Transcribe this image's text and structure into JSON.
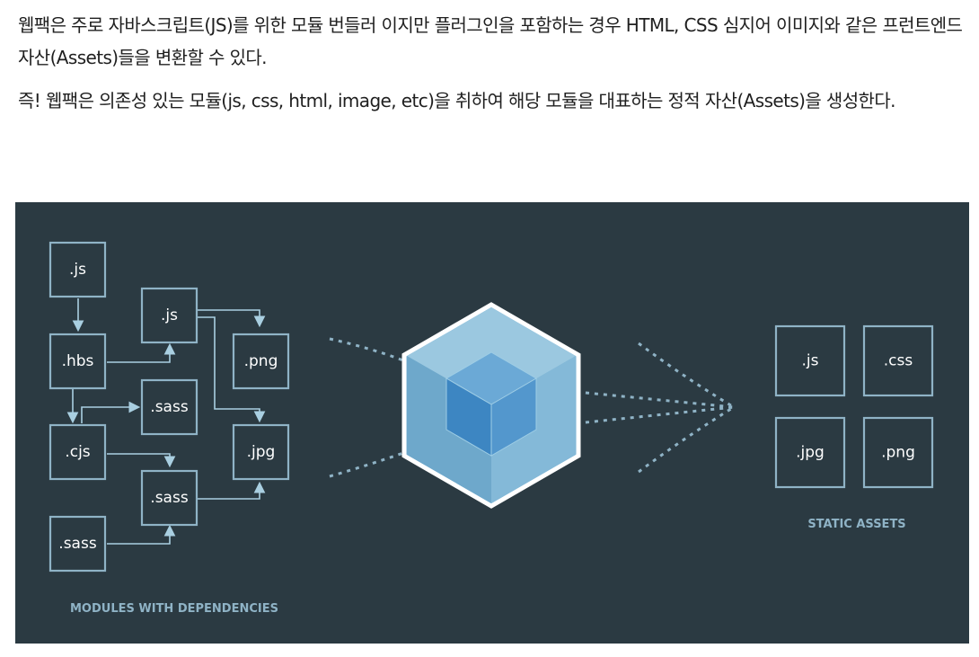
{
  "text": {
    "paragraph1": "웹팩은 주로 자바스크립트(JS)를 위한 모듈 번들러 이지만 플러그인을 포함하는 경우 HTML, CSS 심지어 이미지와 같은 프런트엔드 자산(Assets)들을 변환할 수 있다.",
    "paragraph2": "즉! 웹팩은 의존성 있는 모듈(js, css, html, image, etc)을 취하여 해당 모듈을 대표하는 정적 자산(Assets)을 생성한다."
  },
  "diagram": {
    "colors": {
      "background": "#2b3a42",
      "box_border": "#8fb3c6",
      "arrow": "#a9cfe1",
      "label": "#8fb3c6",
      "cube_outer": "#8ed6fb",
      "cube_inner": "#1c78c0"
    },
    "modules": [
      ".js",
      ".js",
      ".png",
      ".hbs",
      ".sass",
      ".cjs",
      ".jpg",
      ".sass",
      ".sass"
    ],
    "modules_label": "MODULES WITH DEPENDENCIES",
    "assets": [
      ".js",
      ".css",
      ".jpg",
      ".png"
    ],
    "assets_label": "STATIC ASSETS",
    "center_icon": "webpack-cube-icon"
  }
}
